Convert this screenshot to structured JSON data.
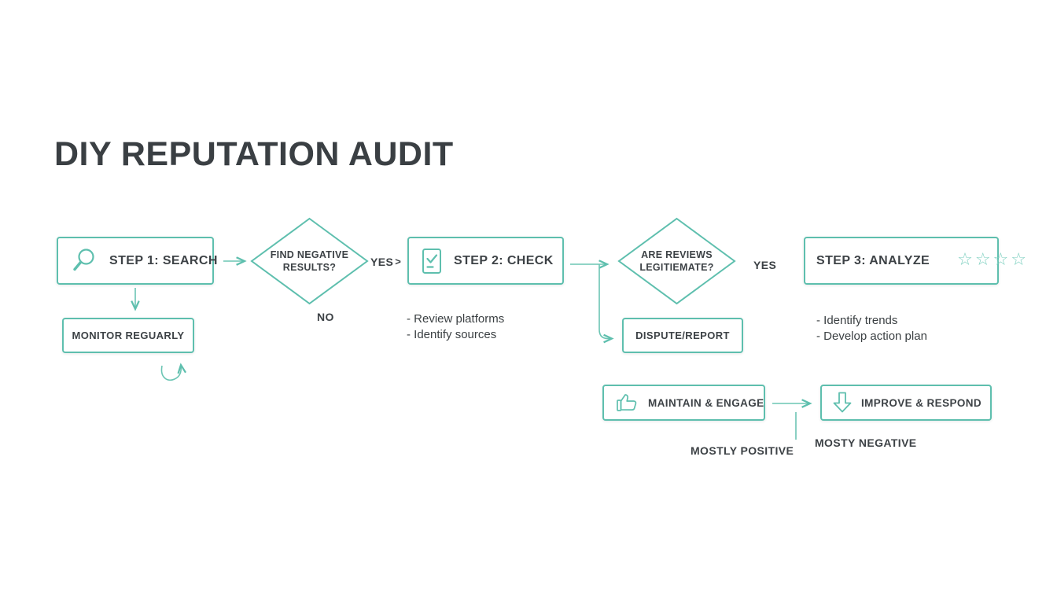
{
  "colors": {
    "accent_teal": "#5ebfae",
    "text_dark": "#3d4246",
    "background": "#ffffff"
  },
  "title": "DIY REPUTATION AUDIT",
  "nodes": {
    "step1": {
      "label": "STEP 1: SEARCH",
      "icon": "search-icon"
    },
    "monitor": {
      "label": "MONITOR REGUARLY"
    },
    "step2": {
      "label": "STEP 2: CHECK",
      "icon": "checklist-icon",
      "notes": [
        "- Review platforms",
        "- Identify sources"
      ]
    },
    "dispute": {
      "label": "DISPUTE/REPORT"
    },
    "step3": {
      "label": "STEP 3: ANALYZE",
      "rating_stars": "☆☆☆☆",
      "notes": [
        "- Identify trends",
        "- Develop action plan"
      ]
    },
    "maintain": {
      "label": "MAINTAIN & ENGAGE",
      "icon": "thumbs-up-icon"
    },
    "improve": {
      "label": "IMPROVE & RESPOND",
      "icon": "down-arrow-icon"
    }
  },
  "decisions": {
    "find_negative": {
      "line1": "FIND NEGATIVE",
      "line2": "RESULTS?"
    },
    "reviews_legit": {
      "line1": "ARE REVIEWS",
      "line2": "LEGITIEMATE?"
    }
  },
  "branch_labels": {
    "yes1": "YES",
    "yes1_chevron": ">",
    "no1": "NO",
    "yes2": "YES",
    "mostly_positive": "MOSTLY POSITIVE",
    "mostly_negative": "MOSTY NEGATIVE"
  }
}
